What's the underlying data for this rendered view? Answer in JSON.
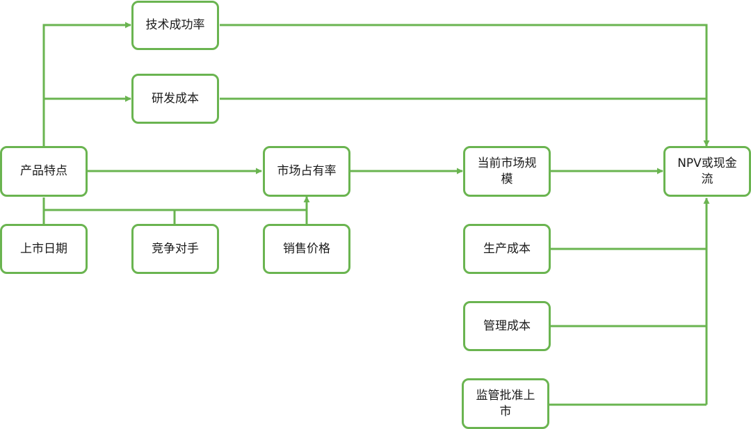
{
  "theme": {
    "accent": "#6ab450",
    "text": "#1a1a1a",
    "background": "#ffffff"
  },
  "nodes": {
    "tech_success": "技术成功率",
    "rd_cost": "研发成本",
    "product_features": "产品特点",
    "market_share": "市场占有率",
    "current_market_size": "当前市场规模",
    "npv": "NPV或现金流",
    "launch_date": "上市日期",
    "competitors": "竞争对手",
    "sales_price": "销售价格",
    "production_cost": "生产成本",
    "management_cost": "管理成本",
    "regulatory_approval": "监管批准上市"
  }
}
